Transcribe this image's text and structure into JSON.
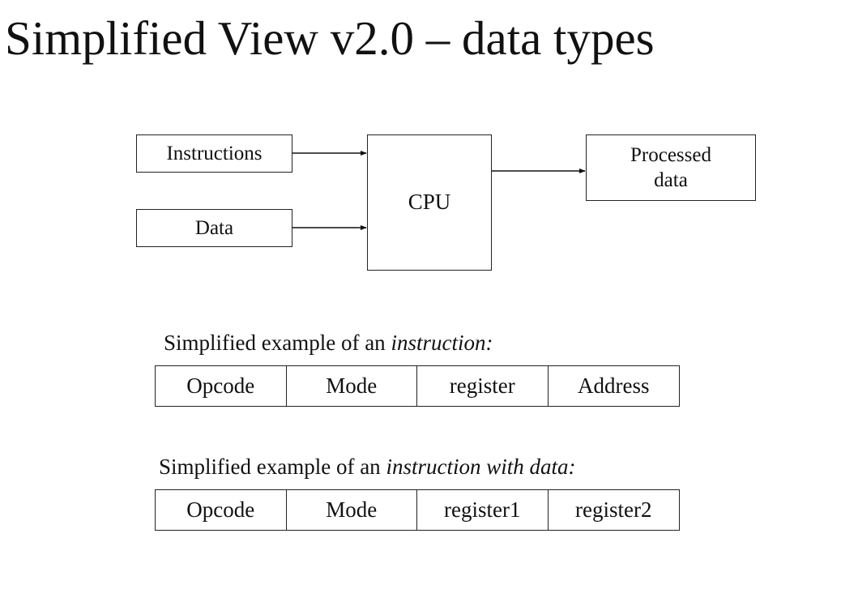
{
  "title": "Simplified View v2.0 – data types",
  "diagram": {
    "inputs": {
      "instructions": "Instructions",
      "data": "Data"
    },
    "cpu": "CPU",
    "output": {
      "line1": "Processed",
      "line2": "data"
    }
  },
  "example_instruction": {
    "caption_prefix": "Simplified example of an ",
    "caption_emphasis": "instruction:",
    "fields": [
      "Opcode",
      "Mode",
      "register",
      "Address"
    ]
  },
  "example_instruction_with_data": {
    "caption_prefix": "Simplified example of an ",
    "caption_emphasis": "instruction with data:",
    "fields": [
      "Opcode",
      "Mode",
      "register1",
      "register2"
    ]
  }
}
